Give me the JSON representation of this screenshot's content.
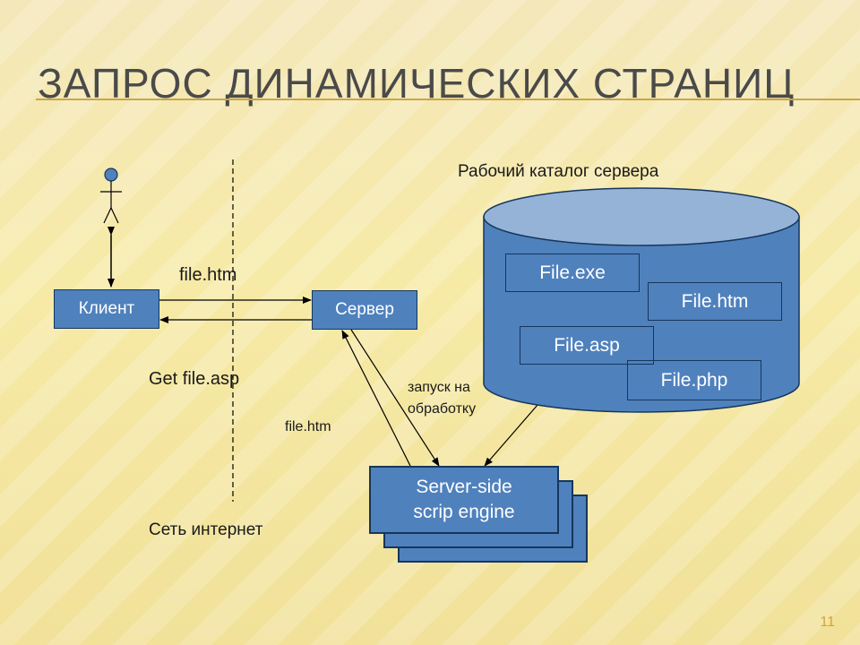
{
  "title": "ЗАПРОС ДИНАМИЧЕСКИХ СТРАНИЦ",
  "page_number": "11",
  "labels": {
    "server_directory": "Рабочий каталог сервера",
    "file_htm_top": "file.htm",
    "get_file_asp": "Get file.asp",
    "launch_processing_1": "запуск на",
    "launch_processing_2": "обработку",
    "file_htm_bottom": "file.htm",
    "internet": "Сеть интернет"
  },
  "nodes": {
    "client": "Клиент",
    "server": "Сервер",
    "engine_line1": "Server-side",
    "engine_line2": "scrip engine"
  },
  "db_files": [
    "File.exe",
    "File.htm",
    "File.asp",
    "File.php"
  ],
  "colors": {
    "box_fill": "#4f81bd",
    "box_border": "#16365c",
    "accent_line": "#c9a64a"
  }
}
